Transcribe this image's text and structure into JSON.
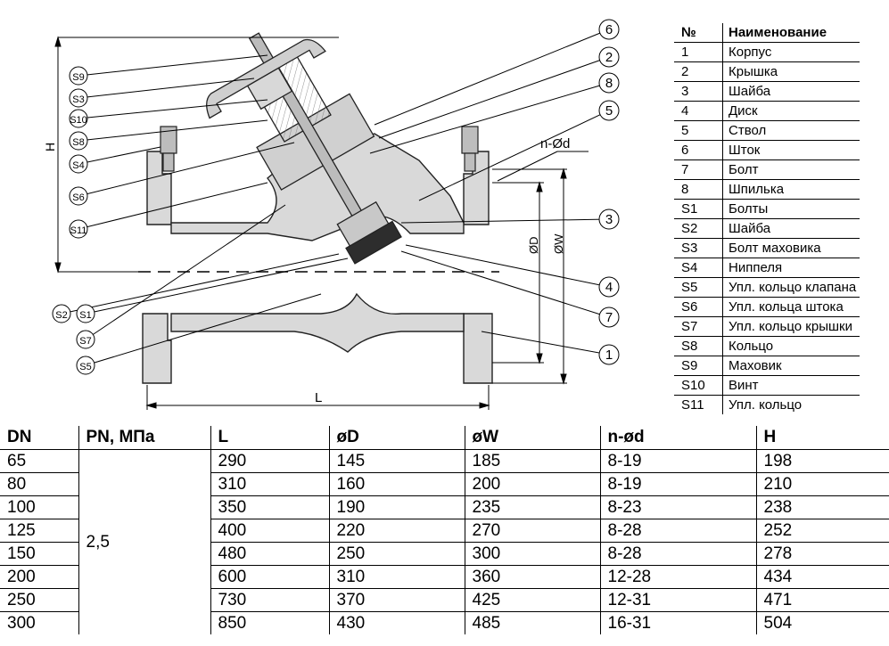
{
  "drawing": {
    "callouts_right": [
      "6",
      "2",
      "8",
      "5",
      "3",
      "4",
      "7",
      "1"
    ],
    "callouts_left": [
      "S9",
      "S3",
      "S10",
      "S8",
      "S4",
      "S6",
      "S11",
      "S2",
      "S1",
      "S7",
      "S5"
    ],
    "dim_labels": {
      "height": "H",
      "length": "L",
      "bore": "n-Ød",
      "od": "ØD",
      "ow": "ØW"
    }
  },
  "parts_table": {
    "headers": {
      "num": "№",
      "name": "Наименование"
    },
    "rows": [
      {
        "num": "1",
        "name": "Корпус"
      },
      {
        "num": "2",
        "name": "Крышка"
      },
      {
        "num": "3",
        "name": "Шайба"
      },
      {
        "num": "4",
        "name": "Диск"
      },
      {
        "num": "5",
        "name": "Ствол"
      },
      {
        "num": "6",
        "name": "Шток"
      },
      {
        "num": "7",
        "name": "Болт"
      },
      {
        "num": "8",
        "name": "Шпилька"
      },
      {
        "num": "S1",
        "name": "Болты"
      },
      {
        "num": "S2",
        "name": "Шайба"
      },
      {
        "num": "S3",
        "name": "Болт маховика"
      },
      {
        "num": "S4",
        "name": "Ниппеля"
      },
      {
        "num": "S5",
        "name": "Упл. кольцо клапана"
      },
      {
        "num": "S6",
        "name": "Упл. кольца штока"
      },
      {
        "num": "S7",
        "name": "Упл. кольцо крышки"
      },
      {
        "num": "S8",
        "name": "Кольцо"
      },
      {
        "num": "S9",
        "name": "Маховик"
      },
      {
        "num": "S10",
        "name": "Винт"
      },
      {
        "num": "S11",
        "name": "Упл. кольцо"
      }
    ]
  },
  "dims_table": {
    "headers": {
      "dn": "DN",
      "pn": "PN, МПа",
      "l": "L",
      "od": "øD",
      "ow": "øW",
      "nd": "n-ød",
      "h": "H"
    },
    "pn_value": "2,5",
    "rows": [
      {
        "dn": "65",
        "l": "290",
        "od": "145",
        "ow": "185",
        "nd": "8-19",
        "h": "198"
      },
      {
        "dn": "80",
        "l": "310",
        "od": "160",
        "ow": "200",
        "nd": "8-19",
        "h": "210"
      },
      {
        "dn": "100",
        "l": "350",
        "od": "190",
        "ow": "235",
        "nd": "8-23",
        "h": "238"
      },
      {
        "dn": "125",
        "l": "400",
        "od": "220",
        "ow": "270",
        "nd": "8-28",
        "h": "252"
      },
      {
        "dn": "150",
        "l": "480",
        "od": "250",
        "ow": "300",
        "nd": "8-28",
        "h": "278"
      },
      {
        "dn": "200",
        "l": "600",
        "od": "310",
        "ow": "360",
        "nd": "12-28",
        "h": "434"
      },
      {
        "dn": "250",
        "l": "730",
        "od": "370",
        "ow": "425",
        "nd": "12-31",
        "h": "471"
      },
      {
        "dn": "300",
        "l": "850",
        "od": "430",
        "ow": "485",
        "nd": "16-31",
        "h": "504"
      }
    ]
  }
}
